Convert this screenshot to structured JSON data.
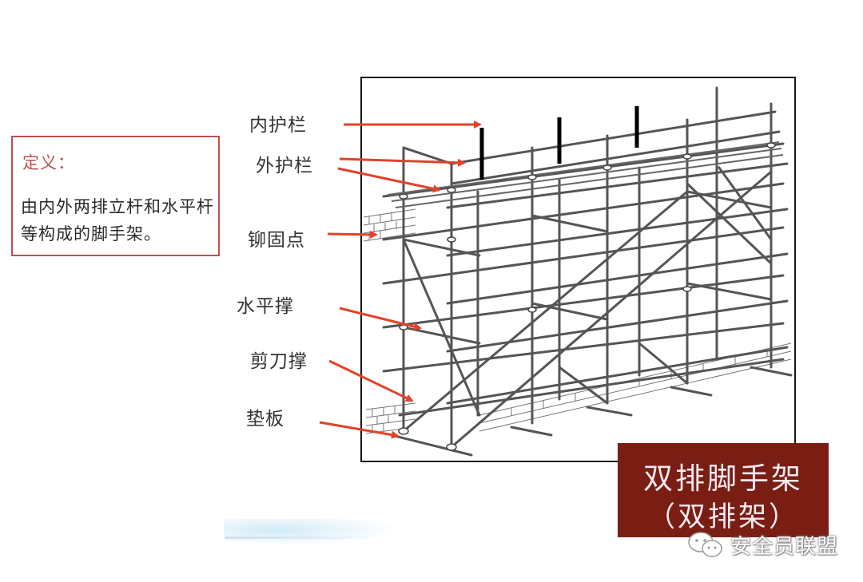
{
  "definition": {
    "title": "定义：",
    "body": "由内外两排立杆和水平杆等构成的脚手架。"
  },
  "diagram": {
    "labels": [
      {
        "id": "inner-guardrail",
        "text": "内护栏"
      },
      {
        "id": "outer-guardrail",
        "text": "外护栏"
      },
      {
        "id": "anchor-point",
        "text": "铆固点"
      },
      {
        "id": "horizontal-brace",
        "text": "水平撑"
      },
      {
        "id": "cross-brace",
        "text": "剪刀撑"
      },
      {
        "id": "base-plate",
        "text": "垫板"
      }
    ],
    "arrow_color": "#e0432b",
    "frame_color": "#1a1a1a"
  },
  "title_box": {
    "line1": "双排脚手架",
    "line2": "（双排架）",
    "background": "#7a1e14"
  },
  "watermark": {
    "icon": "wechat-icon",
    "text": "安全员联盟"
  }
}
